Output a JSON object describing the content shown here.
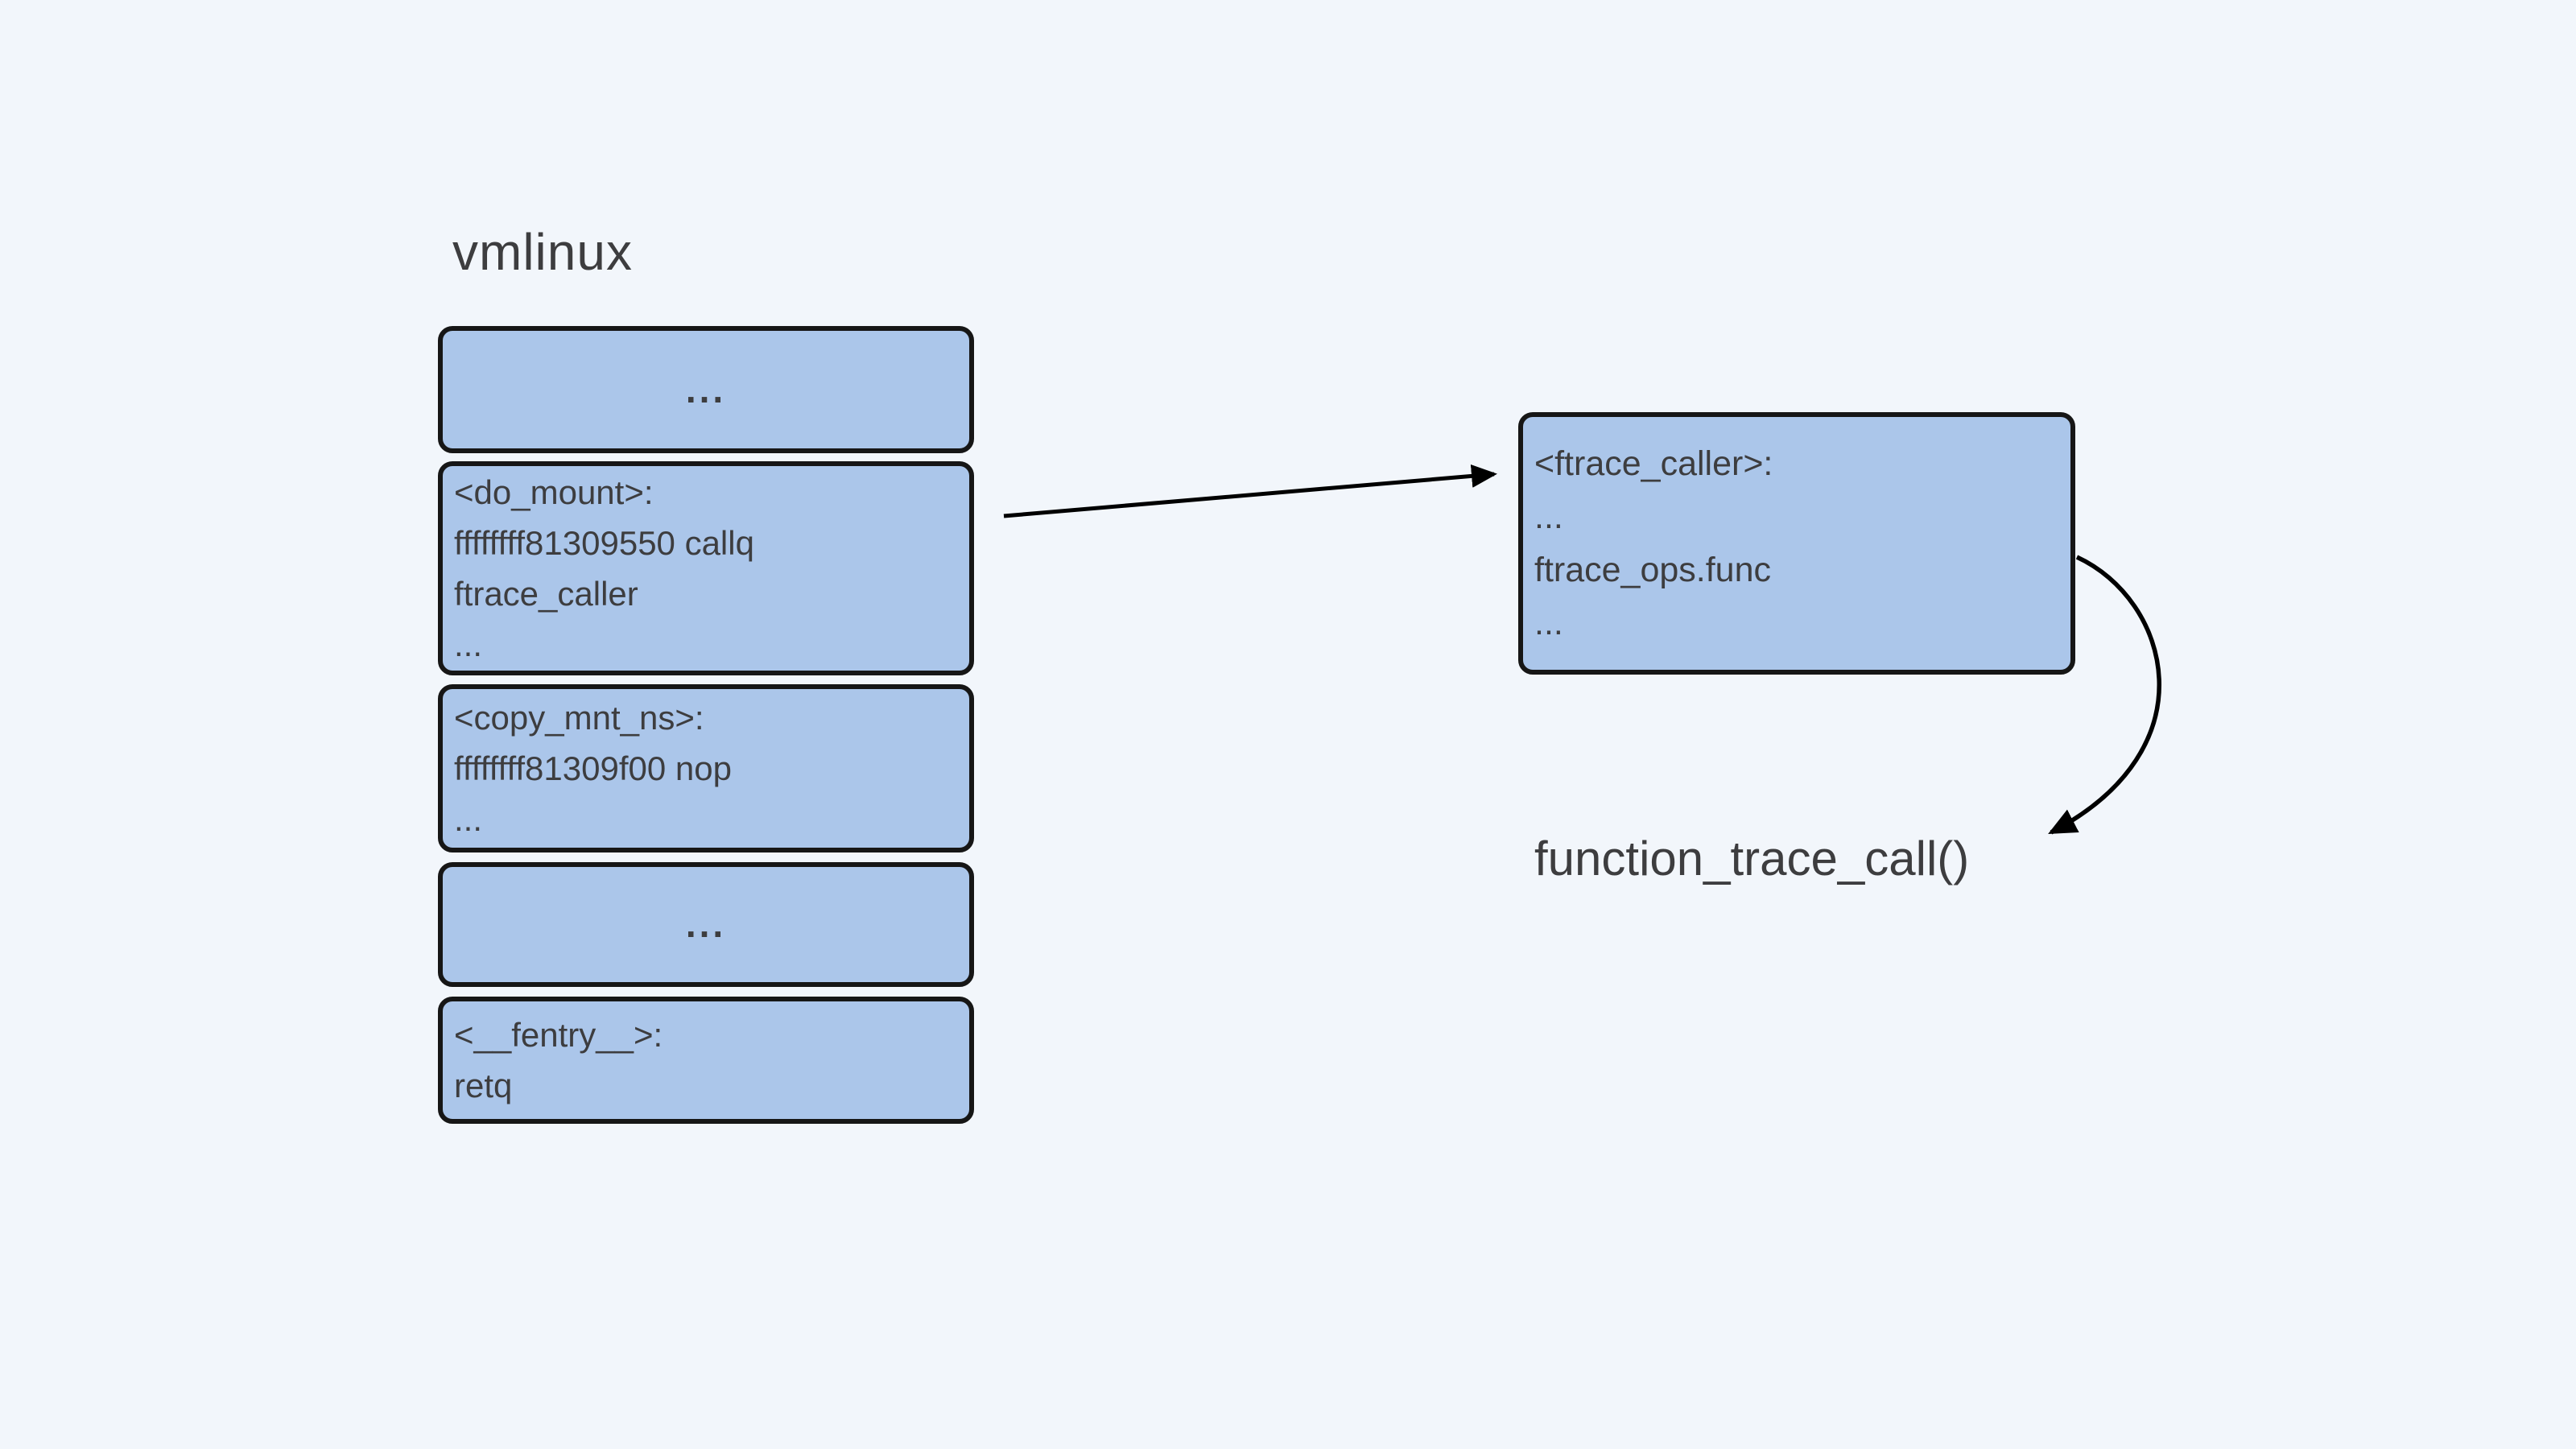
{
  "diagram": {
    "title": "vmlinux",
    "colors": {
      "background": "#f2f6fb",
      "box_fill": "#abc6ea",
      "box_border": "#161616",
      "text": "#3d3d3f",
      "arrow": "#000000"
    },
    "memory_map": [
      {
        "kind": "ellipsis",
        "lines": [
          "..."
        ]
      },
      {
        "kind": "code",
        "lines": [
          "<do_mount>:",
          "ffffffff81309550 callq",
          "ftrace_caller",
          "..."
        ]
      },
      {
        "kind": "code",
        "lines": [
          "<copy_mnt_ns>:",
          "ffffffff81309f00 nop",
          "..."
        ]
      },
      {
        "kind": "ellipsis",
        "lines": [
          "..."
        ]
      },
      {
        "kind": "code",
        "lines": [
          "<__fentry__>:",
          "retq"
        ]
      }
    ],
    "trampoline_box": {
      "lines": [
        "<ftrace_caller>:",
        "...",
        "ftrace_ops.func",
        "..."
      ]
    },
    "callback_label": "function_trace_call()"
  }
}
